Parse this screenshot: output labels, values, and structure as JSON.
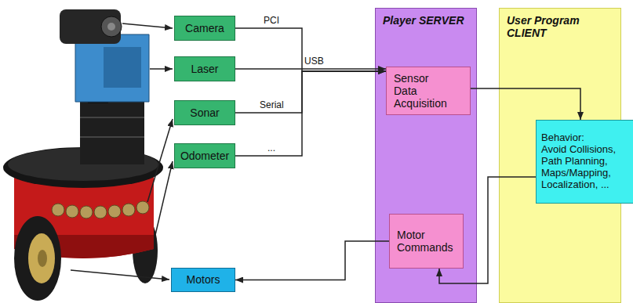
{
  "diagram": {
    "nodes": [
      {
        "text": [
          "Camera"
        ]
      },
      {
        "text": [
          "Laser"
        ]
      },
      {
        "text": [
          "Sonar"
        ]
      },
      {
        "text": [
          "Odometer"
        ]
      },
      {
        "text": [
          "Motors"
        ]
      },
      {
        "text": [
          "Player SERVER"
        ]
      },
      {
        "text": [
          "Sensor Data Acquisition"
        ],
        "in": 5
      },
      {
        "text": [
          "Motor Commands"
        ],
        "in": 5
      },
      {
        "text": [
          "User Program CLIENT"
        ]
      },
      {
        "text": [
          "Behavior:",
          "Avoid Collisions, Path Planning, Maps/Mapping, Localization, ..."
        ],
        "in": 8
      }
    ],
    "edges": [
      {
        "from": 0,
        "to": 6,
        "arrow": "to",
        "label": "PCI"
      },
      {
        "from": 1,
        "to": 6,
        "arrow": "to",
        "label": "USB"
      },
      {
        "from": 2,
        "to": 6,
        "arrow": "to",
        "label": "Serial"
      },
      {
        "from": 3,
        "to": 6,
        "arrow": "to",
        "label": "..."
      },
      {
        "from": 6,
        "to": 9,
        "arrow": "to"
      },
      {
        "from": 9,
        "to": 7,
        "arrow": "to"
      },
      {
        "from": 7,
        "to": 4,
        "arrow": "to"
      }
    ]
  }
}
